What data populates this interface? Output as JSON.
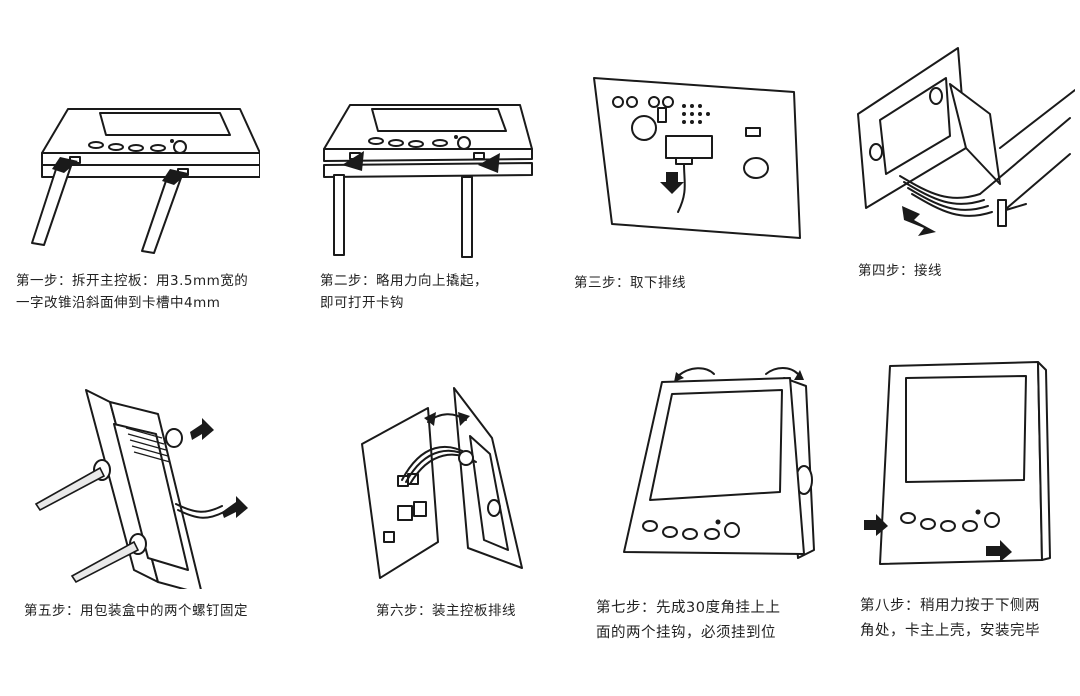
{
  "steps": [
    {
      "id": 1,
      "line1": "第一步：拆开主控板：用3.5mm宽的",
      "line2": "一字改锥沿斜面伸到卡槽中4mm"
    },
    {
      "id": 2,
      "line1": "第二步：略用力向上撬起，",
      "line2": "即可打开卡钩"
    },
    {
      "id": 3,
      "line1": "第三步：取下排线",
      "line2": ""
    },
    {
      "id": 4,
      "line1": "第四步：接线",
      "line2": ""
    },
    {
      "id": 5,
      "line1": "第五步：用包装盒中的两个螺钉固定",
      "line2": ""
    },
    {
      "id": 6,
      "line1": "第六步：装主控板排线",
      "line2": ""
    },
    {
      "id": 7,
      "line1": "第七步：先成30度角挂上上",
      "line2": "面的两个挂钩，必须挂到位"
    },
    {
      "id": 8,
      "line1": "第八步：稍用力按于下侧两",
      "line2": "角处，卡主上壳，安装完毕"
    }
  ],
  "icons": {
    "screwdriver": "screwdriver-icon",
    "arrow": "arrow-icon",
    "screw": "screw-icon",
    "ribbon_cable": "ribbon-cable-icon"
  }
}
